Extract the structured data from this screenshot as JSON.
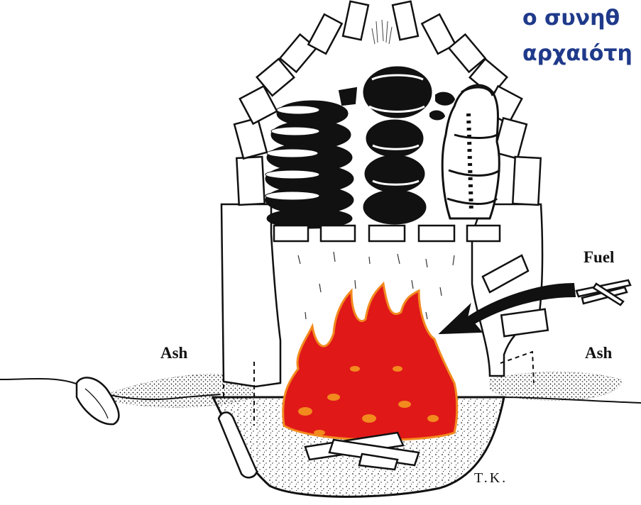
{
  "title": {
    "line1": "ο συνηθ",
    "line2": "αρχαιότη"
  },
  "labels": {
    "fuel": "Fuel",
    "ash_left": "Ash",
    "ash_right": "Ash"
  },
  "signature": "T.K.",
  "colors": {
    "title": "#1f3a8a",
    "flame_red": "#e01818",
    "flame_orange": "#f28a1e",
    "ink": "#111111"
  }
}
